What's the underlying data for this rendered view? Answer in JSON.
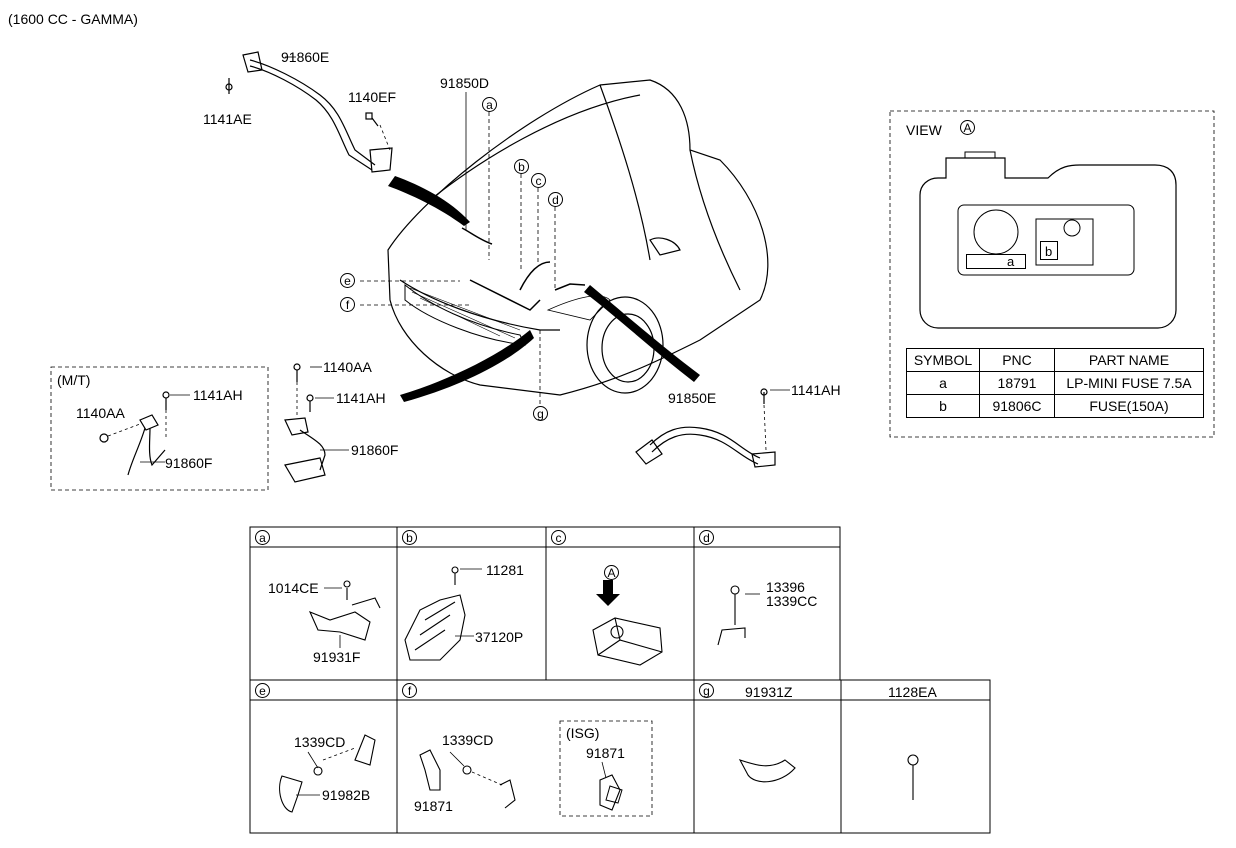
{
  "header": {
    "title": "(1600 CC - GAMMA)"
  },
  "main_labels": {
    "p91860E": "91860E",
    "p1140EF": "1140EF",
    "p1141AE": "1141AE",
    "p91850D": "91850D",
    "p1140AA": "1140AA",
    "p1141AH_mid": "1141AH",
    "p91860F_mid": "91860F",
    "p91850E": "91850E",
    "p1141AH_right": "1141AH",
    "mt_label": "(M/T)",
    "mt_1140AA": "1140AA",
    "mt_1141AH": "1141AH",
    "mt_91860F": "91860F"
  },
  "callouts": [
    "a",
    "b",
    "c",
    "d",
    "e",
    "f",
    "g"
  ],
  "view": {
    "title": "VIEW",
    "marker": "A",
    "fuse_a": "a",
    "fuse_b": "b"
  },
  "ref_table": {
    "headers": [
      "SYMBOL",
      "PNC",
      "PART NAME"
    ],
    "rows": [
      [
        "a",
        "18791",
        "LP-MINI FUSE 7.5A"
      ],
      [
        "b",
        "91806C",
        "FUSE(150A)"
      ]
    ]
  },
  "detail_grid": {
    "cell_a": {
      "tag": "a",
      "p1": "1014CE",
      "p2": "91931F"
    },
    "cell_b": {
      "tag": "b",
      "p1": "11281",
      "p2": "37120P"
    },
    "cell_c": {
      "tag": "c",
      "marker": "A"
    },
    "cell_d": {
      "tag": "d",
      "p1": "13396",
      "p2": "1339CC"
    },
    "cell_e": {
      "tag": "e",
      "p1": "1339CD",
      "p2": "91982B"
    },
    "cell_f": {
      "tag": "f",
      "p1": "1339CD",
      "p2": "91871",
      "isg": "(ISG)",
      "isg_part": "91871"
    },
    "cell_g": {
      "tag": "g",
      "header": "91931Z"
    },
    "cell_h": {
      "header": "1128EA"
    }
  }
}
